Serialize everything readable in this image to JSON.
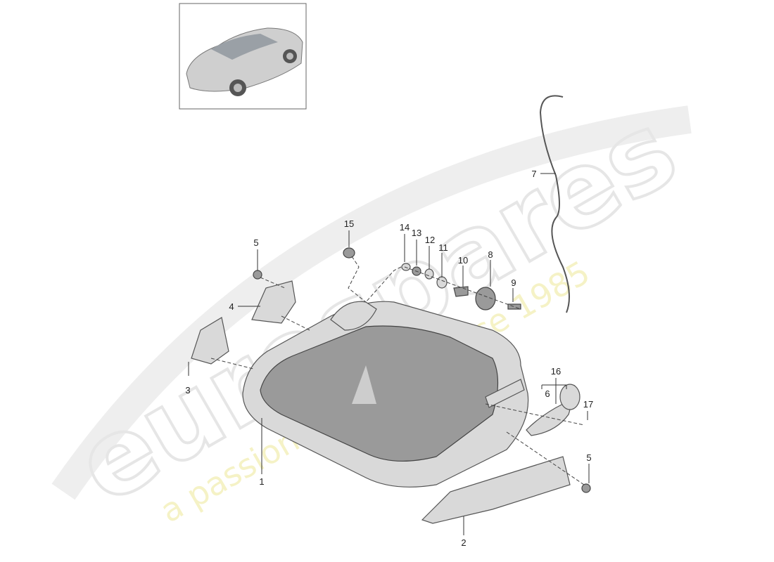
{
  "watermark": {
    "brand": "eurospares",
    "tagline": "a passion for parts since 1985",
    "tagline_color": "#f0eca0"
  },
  "thumbnail": {
    "icon": "car-thumbnail-icon"
  },
  "callouts": {
    "p1": "1",
    "p2": "2",
    "p3": "3",
    "p4": "4",
    "p5a": "5",
    "p5b": "5",
    "p6": "6",
    "p7": "7",
    "p8": "8",
    "p9": "9",
    "p10": "10",
    "p11": "11",
    "p12": "12",
    "p13": "13",
    "p14": "14",
    "p15": "15",
    "p16": "16",
    "p17": "17"
  }
}
